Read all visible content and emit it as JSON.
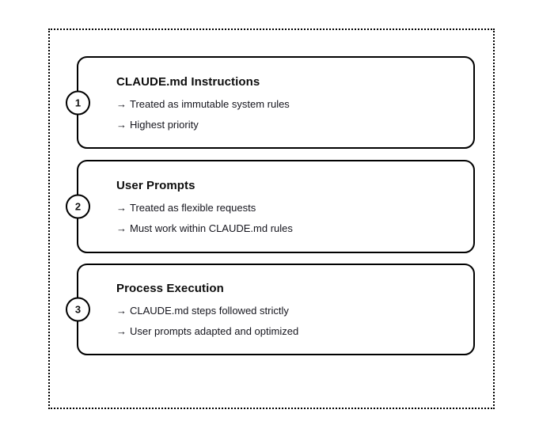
{
  "diagram": {
    "title_text": "",
    "container": {
      "border_style": "dotted",
      "border_color": "#000000"
    },
    "accent_color": "#000000",
    "text_color": "#15151d",
    "background_color": "#ffffff",
    "arrow_glyph": "→",
    "steps": [
      {
        "number": "1",
        "title": "CLAUDE.md Instructions",
        "lines": [
          "Treated as immutable system rules",
          "Highest priority"
        ]
      },
      {
        "number": "2",
        "title": "User Prompts",
        "lines": [
          "Treated as flexible requests",
          "Must work within CLAUDE.md rules"
        ]
      },
      {
        "number": "3",
        "title": "Process Execution",
        "lines": [
          "CLAUDE.md steps followed strictly",
          "User prompts adapted and optimized"
        ]
      }
    ]
  }
}
